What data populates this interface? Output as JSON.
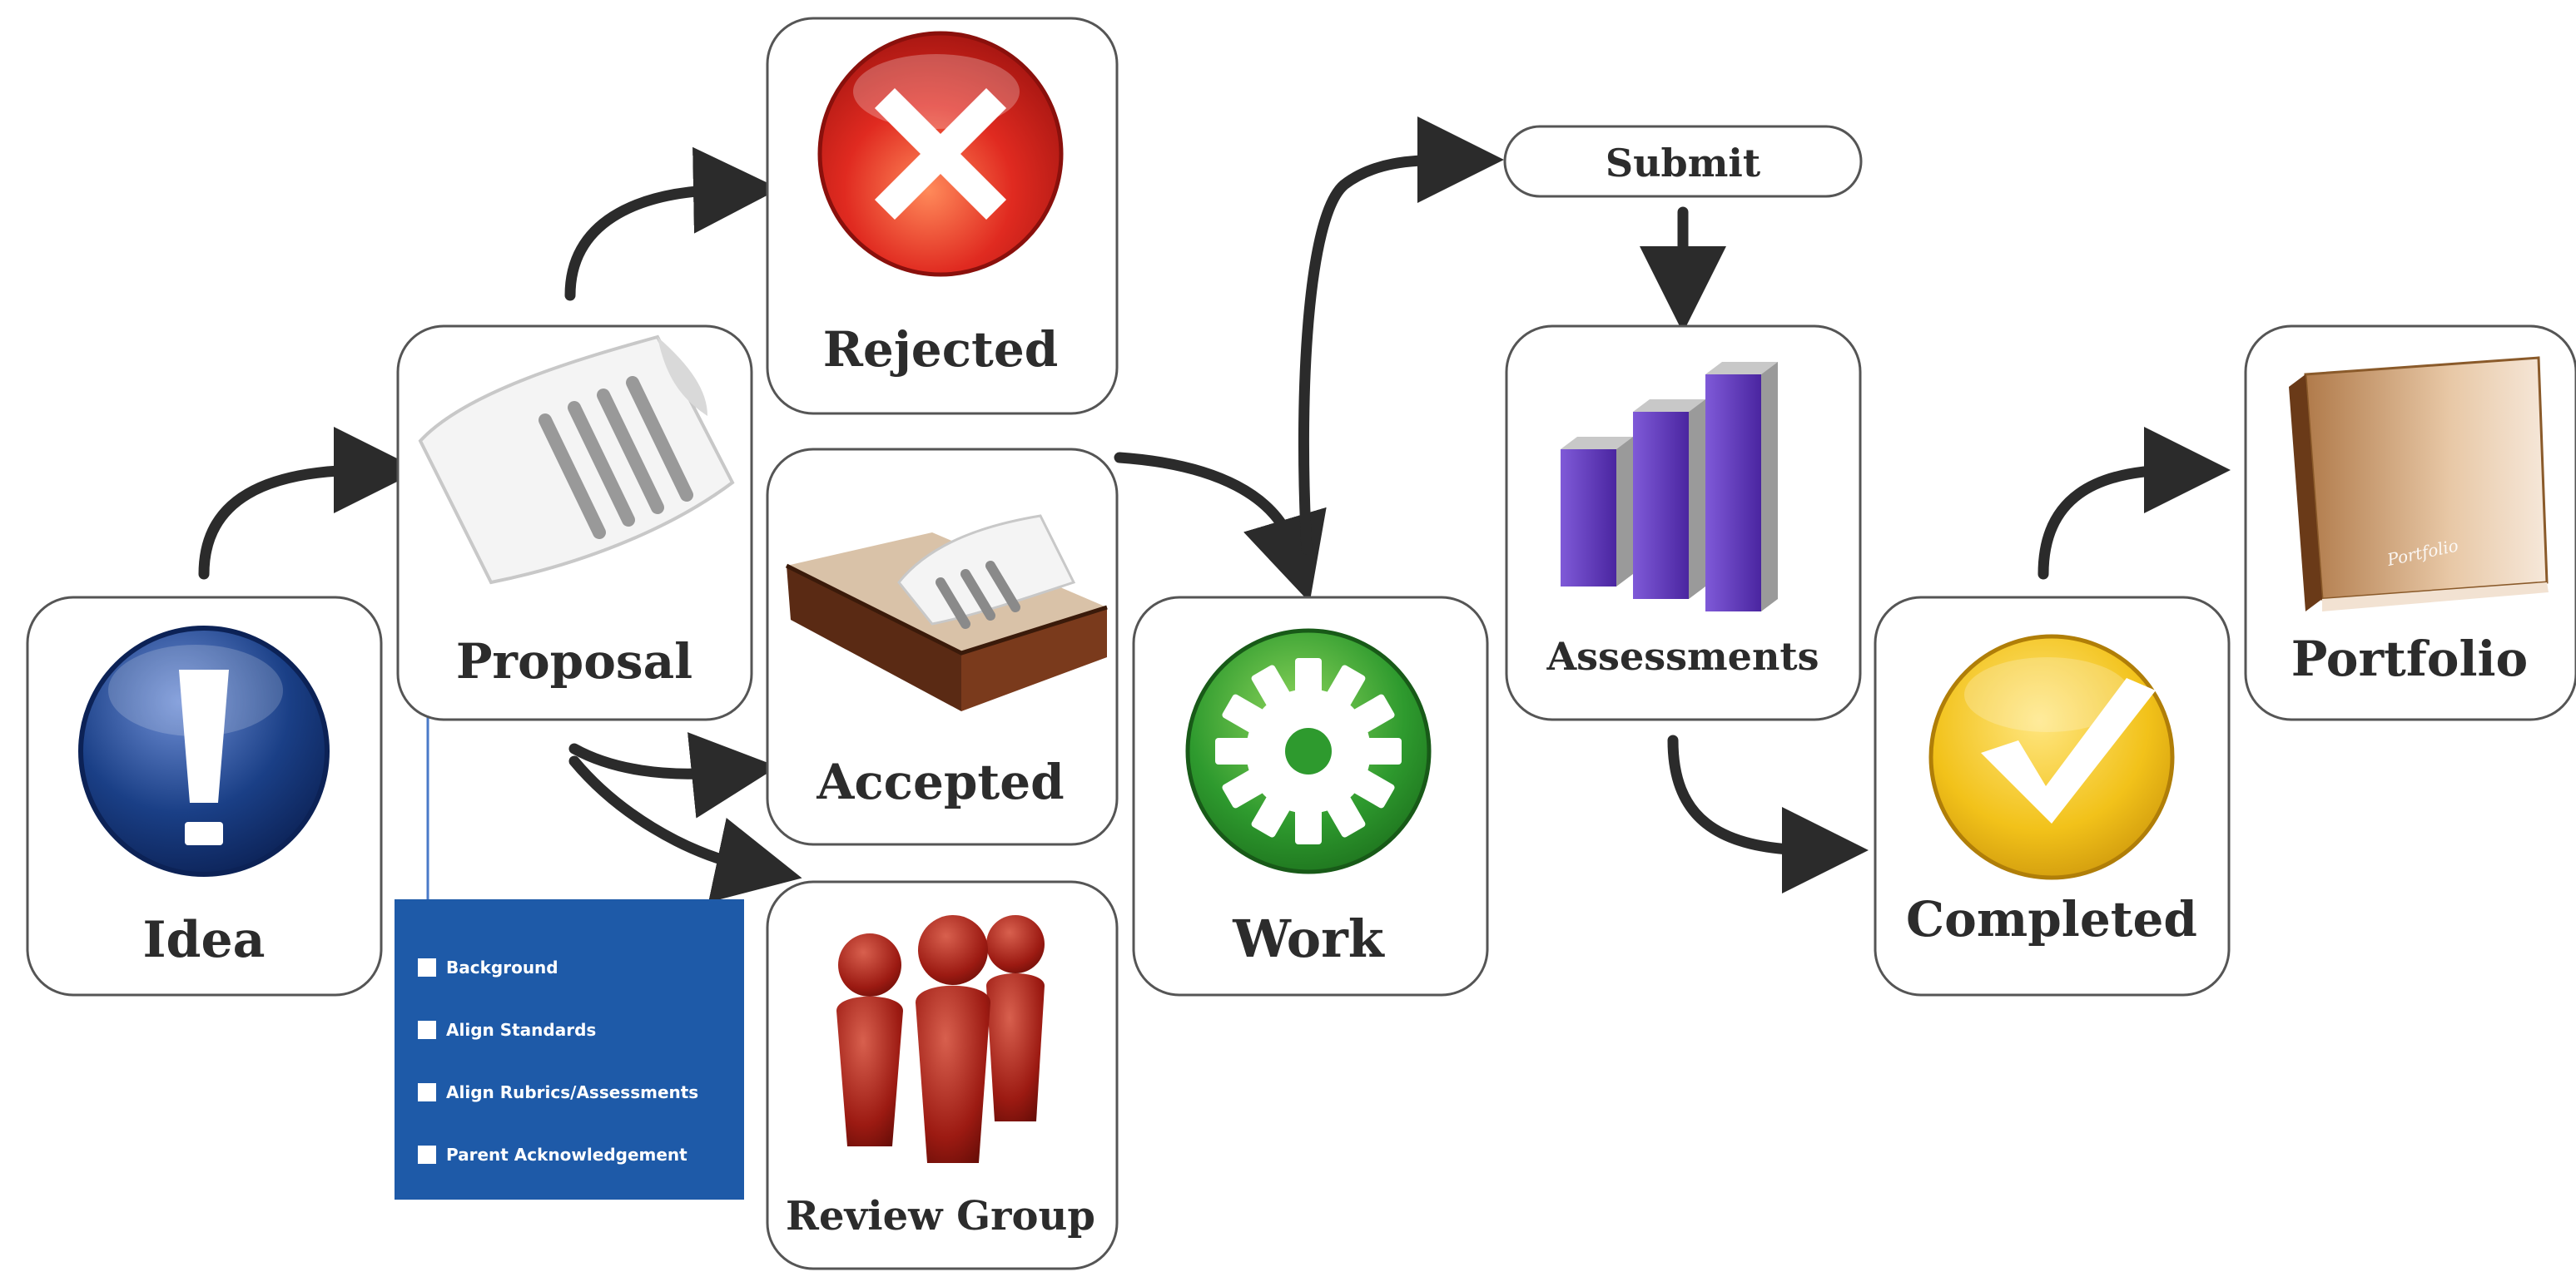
{
  "diagram": {
    "nodes": {
      "idea": {
        "label": "Idea",
        "icon": "exclamation-icon"
      },
      "proposal": {
        "label": "Proposal",
        "icon": "document-icon"
      },
      "rejected": {
        "label": "Rejected",
        "icon": "x-circle-icon"
      },
      "accepted": {
        "label": "Accepted",
        "icon": "inbox-tray-icon"
      },
      "review_group": {
        "label": "Review Group",
        "icon": "people-icon"
      },
      "work": {
        "label": "Work",
        "icon": "gear-icon"
      },
      "submit": {
        "label": "Submit"
      },
      "assessments": {
        "label": "Assessments",
        "icon": "bar-chart-icon"
      },
      "completed": {
        "label": "Completed",
        "icon": "checkmark-icon"
      },
      "portfolio": {
        "label": "Portfolio",
        "icon": "book-icon",
        "cover_text": "Portfolio"
      }
    },
    "proposal_checklist": [
      {
        "label": "Background",
        "checked": false
      },
      {
        "label": "Align Standards",
        "checked": false
      },
      {
        "label": "Align Rubrics/Assessments",
        "checked": false
      },
      {
        "label": "Parent Acknowledgement",
        "checked": false
      }
    ],
    "edges": [
      {
        "from": "Idea",
        "to": "Proposal"
      },
      {
        "from": "Proposal",
        "to": "Rejected"
      },
      {
        "from": "Proposal",
        "to": "Accepted"
      },
      {
        "from": "Proposal",
        "to": "Review Group"
      },
      {
        "from": "Accepted",
        "to": "Work"
      },
      {
        "from": "Work",
        "to": "Submit"
      },
      {
        "from": "Submit",
        "to": "Assessments"
      },
      {
        "from": "Assessments",
        "to": "Completed"
      },
      {
        "from": "Completed",
        "to": "Portfolio"
      }
    ],
    "colors": {
      "arrow": "#2b2b2b",
      "box_border": "#555555",
      "checklist_bg": "#1e5aa8",
      "reject_red": "#d42a20",
      "work_green": "#2e9a2e",
      "complete_yellow": "#f2c21a",
      "idea_blue": "#1a3f86",
      "bar_purple": "#5a33b0",
      "people_red": "#9c1a12"
    }
  }
}
